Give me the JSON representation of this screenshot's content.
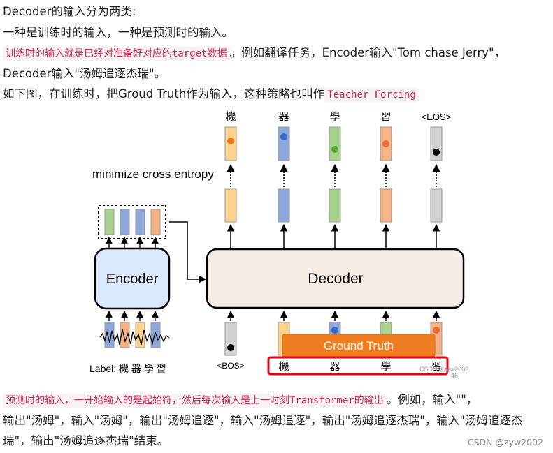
{
  "article": {
    "p1": "Decoder的输入分为两类:",
    "p2": "一种是训练时的输入，一种是预测时的输入。",
    "p3_code": "训练时的输入就是已经对准备好对应的target数据",
    "p3_text": "。例如翻译任务，Encoder输入\"Tom chase Jerry\"，",
    "p4": "Decoder输入\"汤姆追逐杰瑞\"。",
    "p5_text": "如下图，在训练时，把Groud Truth作为输入，这种策略也叫作",
    "p5_code": "Teacher Forcing",
    "p6_code": "预测时的输入，一开始输入的是起始符，然后每次输入是上一时刻Transformer的输出",
    "p6_text": "。例如，输入\"\"，",
    "p7": "输出\"汤姆\"，输入\"汤姆\"，输出\"汤姆追逐\"，输入\"汤姆追逐\"，输出\"汤姆追逐杰瑞\"，输入\"汤姆追逐杰",
    "p8": "瑞\"，输出\"汤姆追逐杰瑞\"结束。"
  },
  "diagram": {
    "output_tokens": [
      "機",
      "器",
      "學",
      "習",
      "<EOS>"
    ],
    "loss_label": "minimize cross entropy",
    "encoder_label": "Encoder",
    "decoder_label": "Decoder",
    "bos_label": "<BOS>",
    "ground_truth_label": "Ground Truth",
    "gt_tokens": [
      "機",
      "器",
      "學",
      "習"
    ],
    "label_caption": "Label: 機 器 學 習",
    "image_watermark": "CSDN@zyw2002",
    "page_number": "46",
    "colors": {
      "orange": "#fbd38d",
      "blue": "#8fa8dc",
      "green": "#a9d18e",
      "salmon": "#f4b183",
      "gray": "#bfbfbf",
      "encoder_fill": "#dae8fc",
      "decoder_fill": "#f6ede6",
      "ground_truth": "#ef7d22",
      "highlight_box": "#e60012"
    }
  },
  "footer": {
    "watermark": "CSDN @zyw2002"
  }
}
